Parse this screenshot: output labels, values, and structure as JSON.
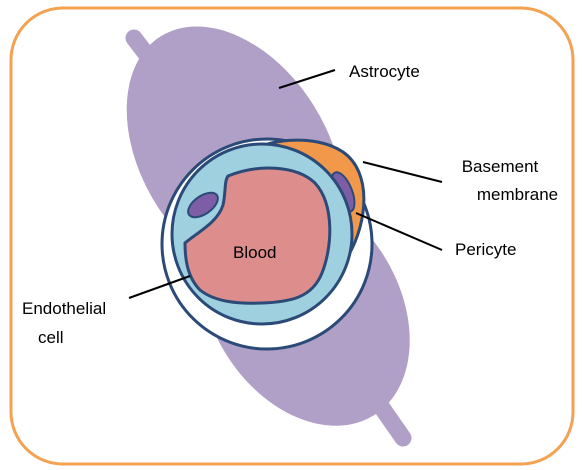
{
  "colors": {
    "frame": "#f2a250",
    "astrocyte": "#b09fc6",
    "basement_membrane_fill": "#ffffff",
    "outline": "#2b4a78",
    "pericyte": "#f2984b",
    "endothelial": "#9ed0e0",
    "blood": "#dd8e8c",
    "nucleus": "#7d5ea6",
    "leader_line": "#000000"
  },
  "labels": {
    "astrocyte": "Astrocyte",
    "basement_membrane_line1": "Basement",
    "basement_membrane_line2": "membrane",
    "pericyte": "Pericyte",
    "blood": "Blood",
    "endothelial_line1": "Endothelial",
    "endothelial_line2": "cell"
  },
  "icons": {
    "astrocyte": "astrocyte-shape",
    "pericyte": "pericyte-shape",
    "nucleus": "nucleus-shape"
  }
}
